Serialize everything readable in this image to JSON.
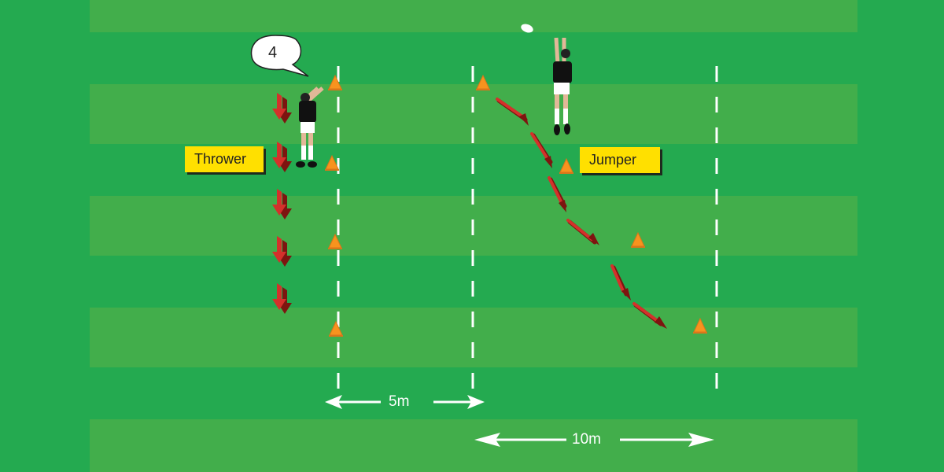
{
  "diagram": {
    "type": "rugby-lineout-drill",
    "colors": {
      "grass_dark": "#24aa50",
      "grass_light": "#42ae4b",
      "cone": "#f7931e",
      "arrow": "#d4312b",
      "arrow_shadow": "#7d1510",
      "label_bg": "#ffe000"
    },
    "labels": {
      "thrower": "Thrower",
      "jumper": "Jumper"
    },
    "call_bubble": "4",
    "dimensions": {
      "short": "5m",
      "long": "10m"
    }
  }
}
